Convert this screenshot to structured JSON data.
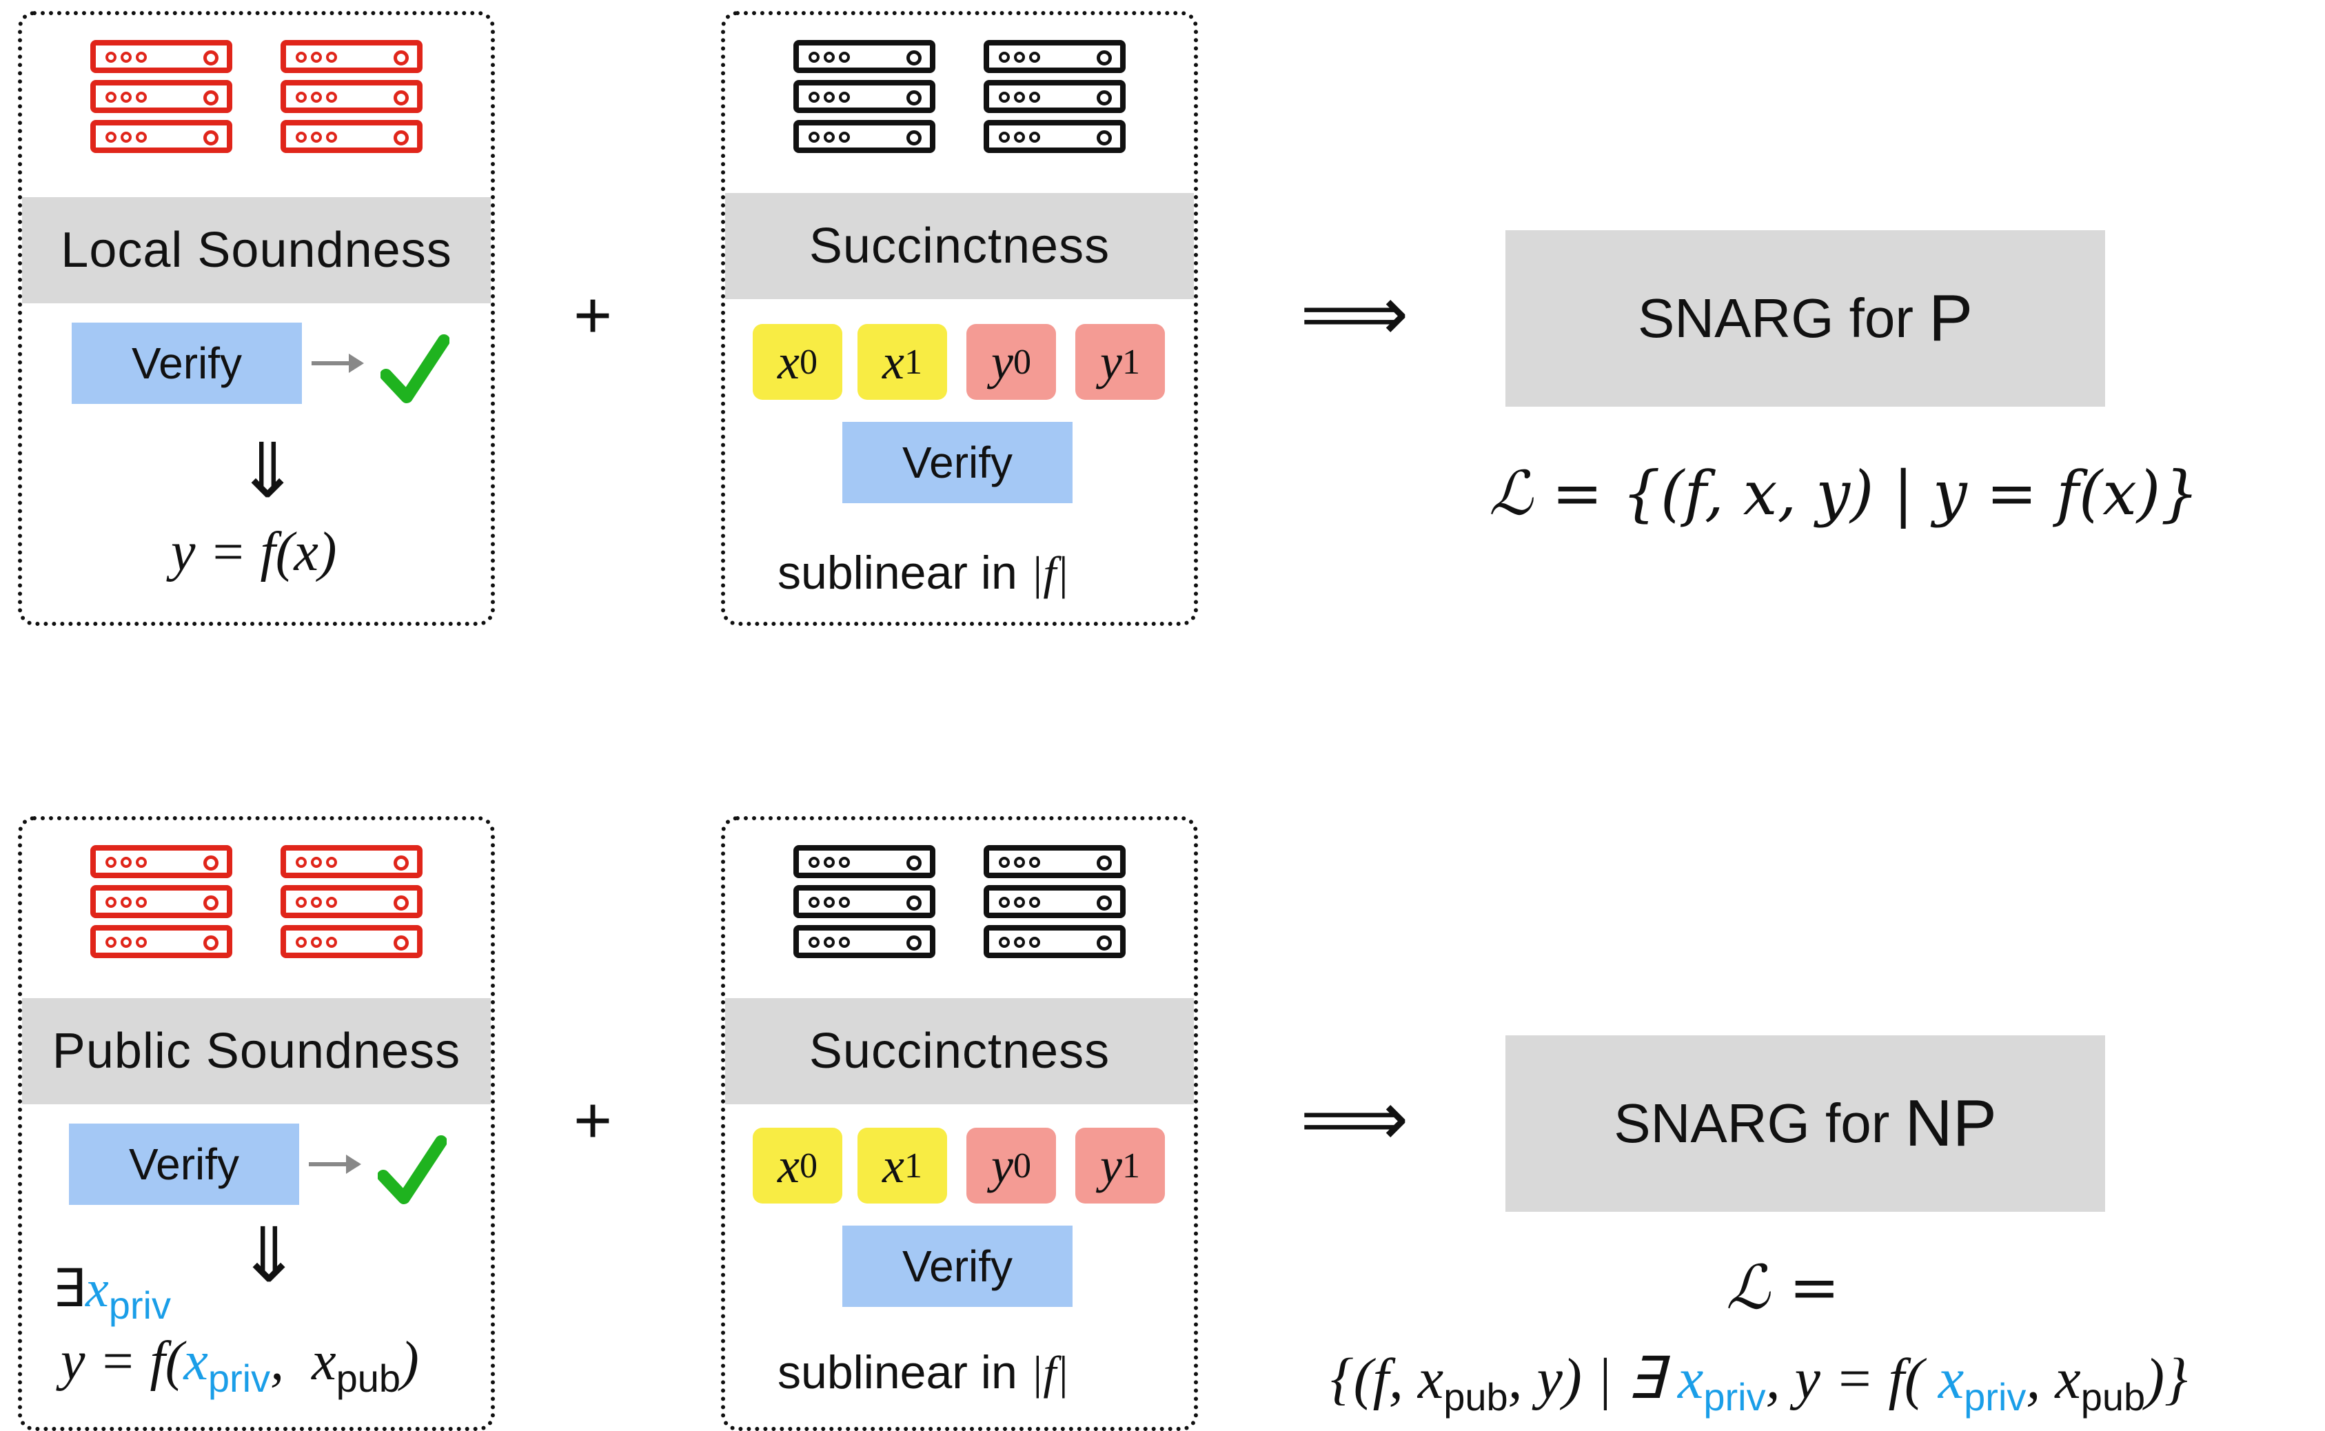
{
  "top_row": {
    "left_panel": {
      "banner": "Local Soundness",
      "verify_label": "Verify",
      "conclusion": "y = f(x)"
    },
    "plus": "+",
    "middle_panel": {
      "banner": "Succinctness",
      "tiles": [
        {
          "var": "x",
          "sub": "0"
        },
        {
          "var": "x",
          "sub": "1"
        },
        {
          "var": "y",
          "sub": "0"
        },
        {
          "var": "y",
          "sub": "1"
        }
      ],
      "verify_label": "Verify",
      "caption": "sublinear in",
      "caption_math": "|f|"
    },
    "implies": "⟹",
    "result": {
      "label": "SNARG for",
      "class": "P",
      "language": "ℒ = {(f, x, y) | y = f(x)}"
    }
  },
  "bottom_row": {
    "left_panel": {
      "banner": "Public Soundness",
      "verify_label": "Verify",
      "exists": "∃",
      "priv_var": "x",
      "priv_sub": "priv",
      "conclusion_prefix": "y = f(",
      "pub_var": "x",
      "pub_sub": "pub",
      "conclusion_suffix": ")"
    },
    "plus": "+",
    "middle_panel": {
      "banner": "Succinctness",
      "tiles": [
        {
          "var": "x",
          "sub": "0"
        },
        {
          "var": "x",
          "sub": "1"
        },
        {
          "var": "y",
          "sub": "0"
        },
        {
          "var": "y",
          "sub": "1"
        }
      ],
      "verify_label": "Verify",
      "caption": "sublinear in",
      "caption_math": "|f|"
    },
    "implies": "⟹",
    "result": {
      "label": "SNARG for",
      "class": "NP",
      "language_line1": "ℒ =",
      "lang_open": "{(f, x",
      "lang_pub_sub": "pub",
      "lang_mid": ", y) | ∃",
      "lang_priv_var": "x",
      "lang_priv_sub": "priv",
      "lang_eq": ", y = f(",
      "lang_priv_var2": "x",
      "lang_priv_sub2": "priv",
      "lang_comma": ", x",
      "lang_pub_sub2": "pub",
      "lang_close": ")}"
    }
  },
  "icons": {
    "server_red": "server-rack-icon",
    "server_black": "server-rack-icon",
    "check": "checkmark-icon"
  },
  "colors": {
    "red_server": "#e0251a",
    "verify_blue": "#a4c8f5",
    "tile_yellow": "#f8ec44",
    "tile_pink": "#f49b94",
    "banner_gray": "#d9d9d9",
    "check_green": "#1fb31f",
    "math_blue": "#1a9ee8"
  }
}
